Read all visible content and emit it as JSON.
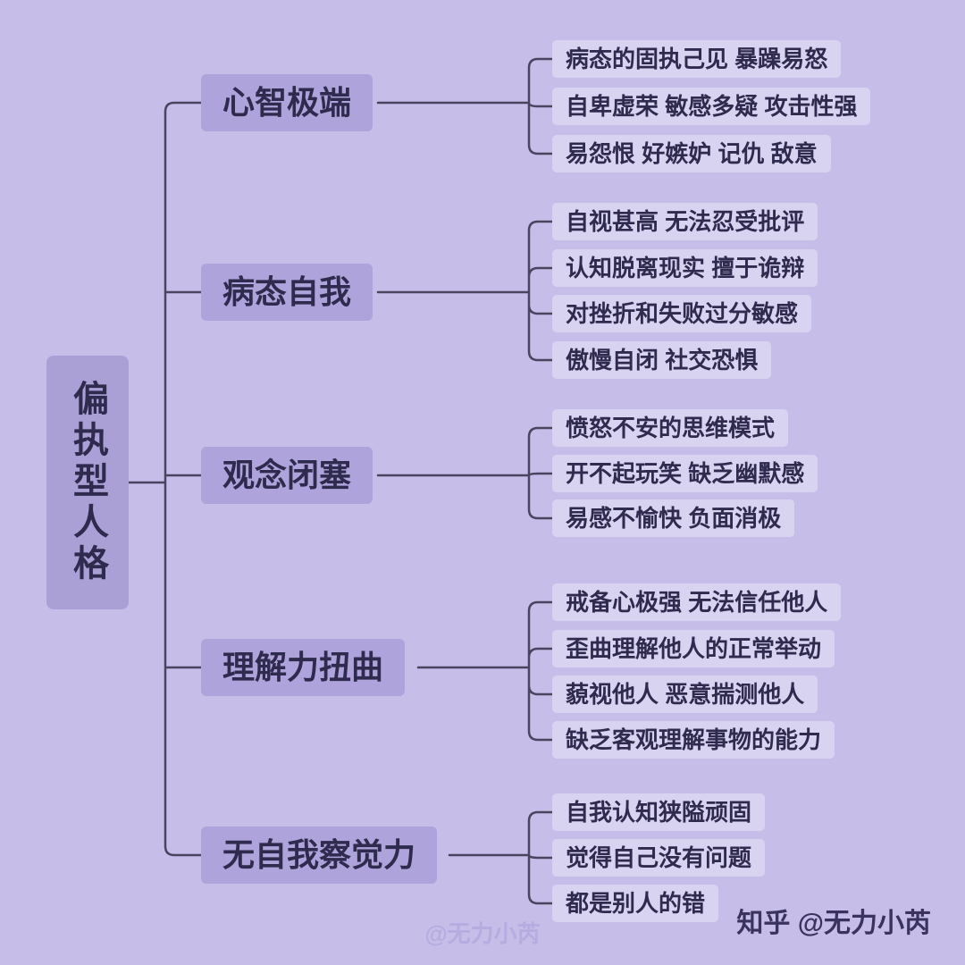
{
  "page": {
    "background_color": "#c6bde8",
    "watermark_center": "@无力小芮",
    "watermark_right": "知乎 @无力小芮"
  },
  "colors": {
    "root_box": "#aba0d6",
    "branch_box": "#aea3da",
    "leaf_box": "#d9d3f2",
    "text": "#2f2b4e",
    "edge": "#4a445f"
  },
  "mindmap": {
    "root": "偏执型人格",
    "branches": [
      {
        "label": "心智极端",
        "leaves": [
          "病态的固执己见 暴躁易怒",
          "自卑虚荣 敏感多疑 攻击性强",
          "易怨恨 好嫉妒 记仇 敌意"
        ]
      },
      {
        "label": "病态自我",
        "leaves": [
          "自视甚高 无法忍受批评",
          "认知脱离现实 擅于诡辩",
          "对挫折和失败过分敏感",
          "傲慢自闭 社交恐惧"
        ]
      },
      {
        "label": "观念闭塞",
        "leaves": [
          "愤怒不安的思维模式",
          "开不起玩笑 缺乏幽默感",
          "易感不愉快 负面消极"
        ]
      },
      {
        "label": "理解力扭曲",
        "leaves": [
          "戒备心极强 无法信任他人",
          "歪曲理解他人的正常举动",
          "藐视他人 恶意揣测他人",
          "缺乏客观理解事物的能力"
        ]
      },
      {
        "label": "无自我察觉力",
        "leaves": [
          "自我认知狭隘顽固",
          "觉得自己没有问题",
          "都是别人的错"
        ]
      }
    ]
  }
}
